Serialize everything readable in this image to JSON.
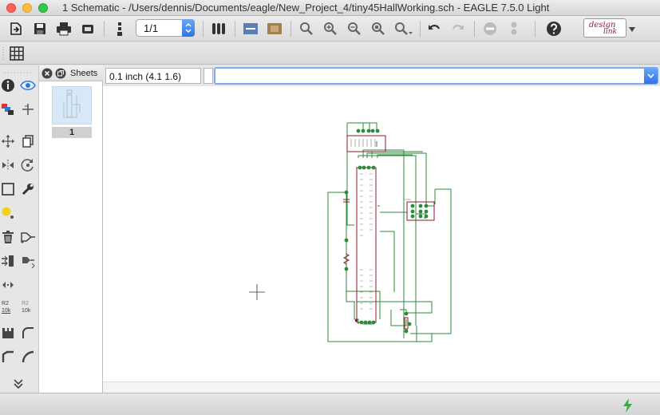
{
  "window": {
    "title": "1 Schematic - /Users/dennis/Documents/eagle/New_Project_4/tiny45HallWorking.sch - EAGLE 7.5.0 Light"
  },
  "toolbar": {
    "sheet_selector_value": "1/1",
    "designlink_line1": "design",
    "designlink_line2": "link"
  },
  "sheets_panel": {
    "header": "Sheets",
    "sheet_number": "1"
  },
  "coordinates": {
    "display": "0.1 inch (4.1 1.6)"
  },
  "command_line": {
    "value": ""
  },
  "left_tools": {
    "resistor_label": "R2",
    "resistor_value": "10k",
    "resistor_label_2": "R2",
    "resistor_value_2": "10k"
  },
  "colors": {
    "net": "#2d8a3a",
    "component": "#8b1a2b",
    "accent_blue": "#2e73e8",
    "status_green": "#3cab3c"
  },
  "icons": [
    "close-icon",
    "restore-icon",
    "open-file-icon",
    "save-icon",
    "print-icon",
    "cam-icon",
    "script-icon",
    "run-ulp-icon",
    "zoom-fit-icon",
    "zoom-in-icon",
    "zoom-out-icon",
    "zoom-select-icon",
    "zoom-dropdown-icon",
    "undo-icon",
    "redo-icon",
    "stop-icon",
    "go-icon",
    "help-icon",
    "grid-icon",
    "info-icon",
    "eye-icon",
    "layer-icon",
    "mark-icon",
    "move-icon",
    "copy-icon",
    "mirror-icon",
    "rotate-icon",
    "group-icon",
    "wrench-icon",
    "bulb-icon",
    "delete-icon",
    "add-icon",
    "pinswap-icon",
    "gateswap-icon",
    "replace-icon",
    "split-icon",
    "miter-icon",
    "wire-icon",
    "arc-icon",
    "more-icon",
    "lightning-icon",
    "crosshair-icon"
  ]
}
